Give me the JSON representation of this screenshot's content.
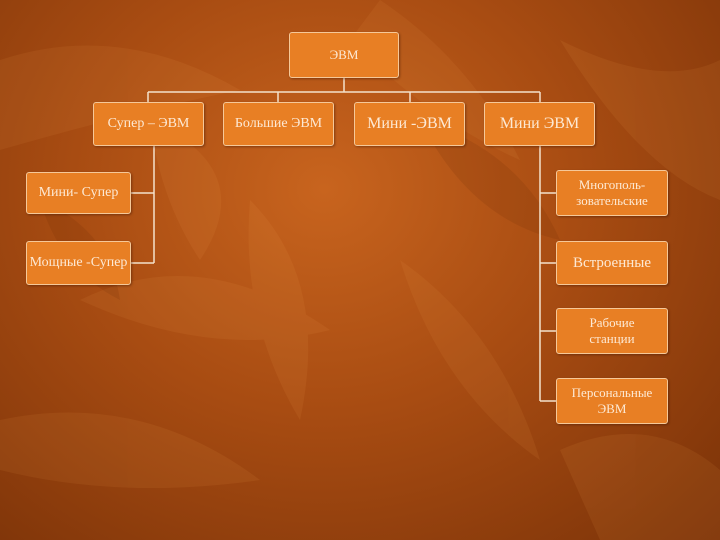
{
  "diagram": {
    "root": "ЭВМ",
    "level1": [
      "Супер – ЭВМ",
      "Большие ЭВМ",
      "Мини -ЭВМ",
      "Мини ЭВМ"
    ],
    "super_children": [
      "Мини- Супер",
      "Мощные -Супер"
    ],
    "mini_children": [
      "Многополь-\nзовательские",
      "Встроенные",
      "Рабочие\nстанции",
      "Персональные\nЭВМ"
    ]
  },
  "colors": {
    "box_fill": "#e87f24",
    "box_border": "#f6c898",
    "text": "#fde9d4",
    "connector": "#f4e2cc"
  }
}
